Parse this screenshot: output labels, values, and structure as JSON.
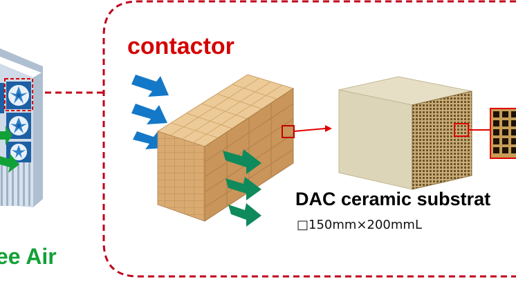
{
  "labels": {
    "contactor": "contactor",
    "substrate": "DAC ceramic substrat",
    "dimensions": "□150mm×200mmL",
    "air": "ee Air"
  },
  "colors": {
    "red_accent": "#d40000",
    "dashed_border": "#c0001a",
    "air_green": "#12a137",
    "inflow_blue": "#1478c8",
    "outflow_green": "#0f8a5c",
    "block_front": "#d9ab72",
    "block_top": "#eccb98",
    "block_side": "#c48c4c",
    "substrate_face": "#ddd5b8",
    "unit_body": "#cfdbe8",
    "fan_blue": "#2c7fc8"
  },
  "icons": {
    "inflow": "blue-arrow-icon",
    "outflow": "green-arrow-icon",
    "fan": "fan-icon",
    "pointer": "red-arrow-icon"
  }
}
